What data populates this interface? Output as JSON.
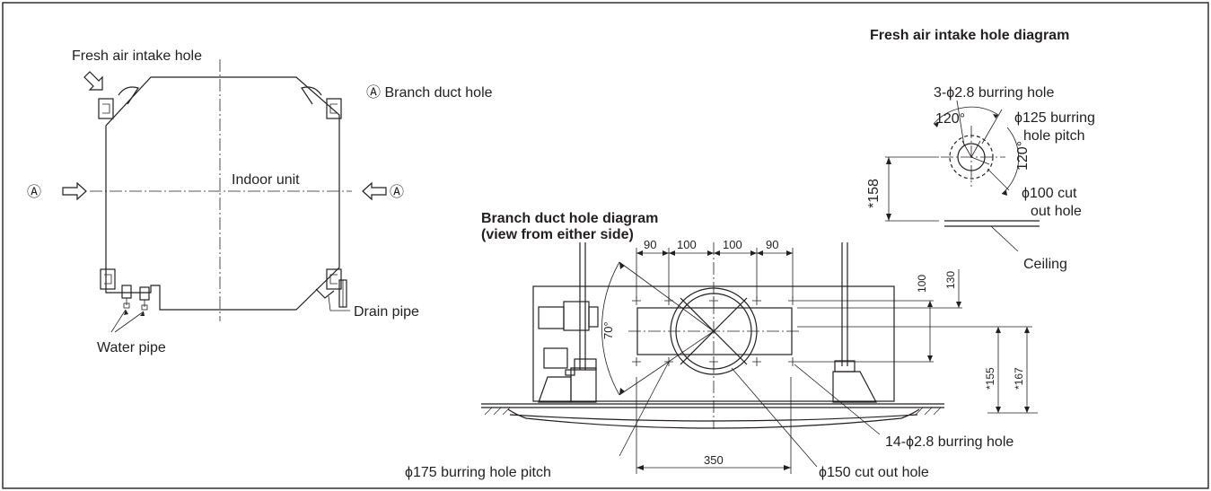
{
  "left_view": {
    "fresh_air_intake_hole": "Fresh air intake hole",
    "branch_duct_hole": "Ⓐ Branch duct hole",
    "indoor_unit": "Indoor unit",
    "marker_a_left": "Ⓐ",
    "marker_a_right": "Ⓐ",
    "drain_pipe": "Drain pipe",
    "water_pipe": "Water pipe"
  },
  "fresh_air_diagram": {
    "title": "Fresh air intake hole diagram",
    "burring_hole": "3-ϕ2.8 burring hole",
    "angle_top": "120°",
    "angle_right": "120°",
    "pitch_line1": "ϕ125 burring",
    "pitch_line2": "hole pitch",
    "cutout_line1": "ϕ100 cut",
    "cutout_line2": "out hole",
    "dim_158": "*158",
    "ceiling": "Ceiling"
  },
  "branch_diagram": {
    "title_line1": "Branch duct hole diagram",
    "title_line2": "(view from either side)",
    "dims_top": [
      "90",
      "100",
      "100",
      "90"
    ],
    "dim_100": "100",
    "dim_130": "130",
    "dim_155": "*155",
    "dim_167": "*167",
    "dim_350": "350",
    "angle_70": "70°",
    "burring_14": "14-ϕ2.8 burring hole",
    "pitch_175": "ϕ175 burring hole pitch",
    "cutout_150": "ϕ150 cut out hole"
  }
}
